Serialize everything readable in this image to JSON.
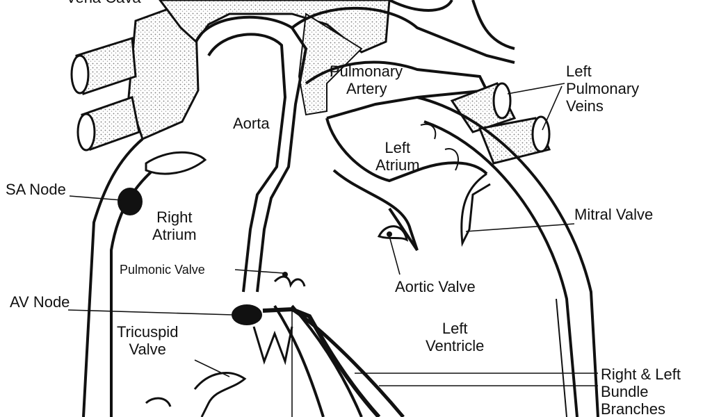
{
  "labels": {
    "vena_cava": "Vena Cava",
    "pulmonary_artery": [
      "Pulmonary",
      "Artery"
    ],
    "left_pulmonary_veins": [
      "Left",
      "Pulmonary",
      "Veins"
    ],
    "aorta": "Aorta",
    "left_atrium": [
      "Left",
      "Atrium"
    ],
    "sa_node": "SA Node",
    "right_atrium": [
      "Right",
      "Atrium"
    ],
    "mitral_valve": "Mitral Valve",
    "pulmonic_valve": "Pulmonic Valve",
    "aortic_valve": "Aortic Valve",
    "av_node": "AV Node",
    "left_ventricle": [
      "Left",
      "Ventricle"
    ],
    "tricuspid_valve": [
      "Tricuspid",
      "Valve"
    ],
    "bundle_branches": [
      "Right & Left",
      "Bundle",
      "Branches"
    ]
  },
  "colors": {
    "ink": "#111111",
    "stipple": "#b8b8b8",
    "background": "#ffffff"
  }
}
